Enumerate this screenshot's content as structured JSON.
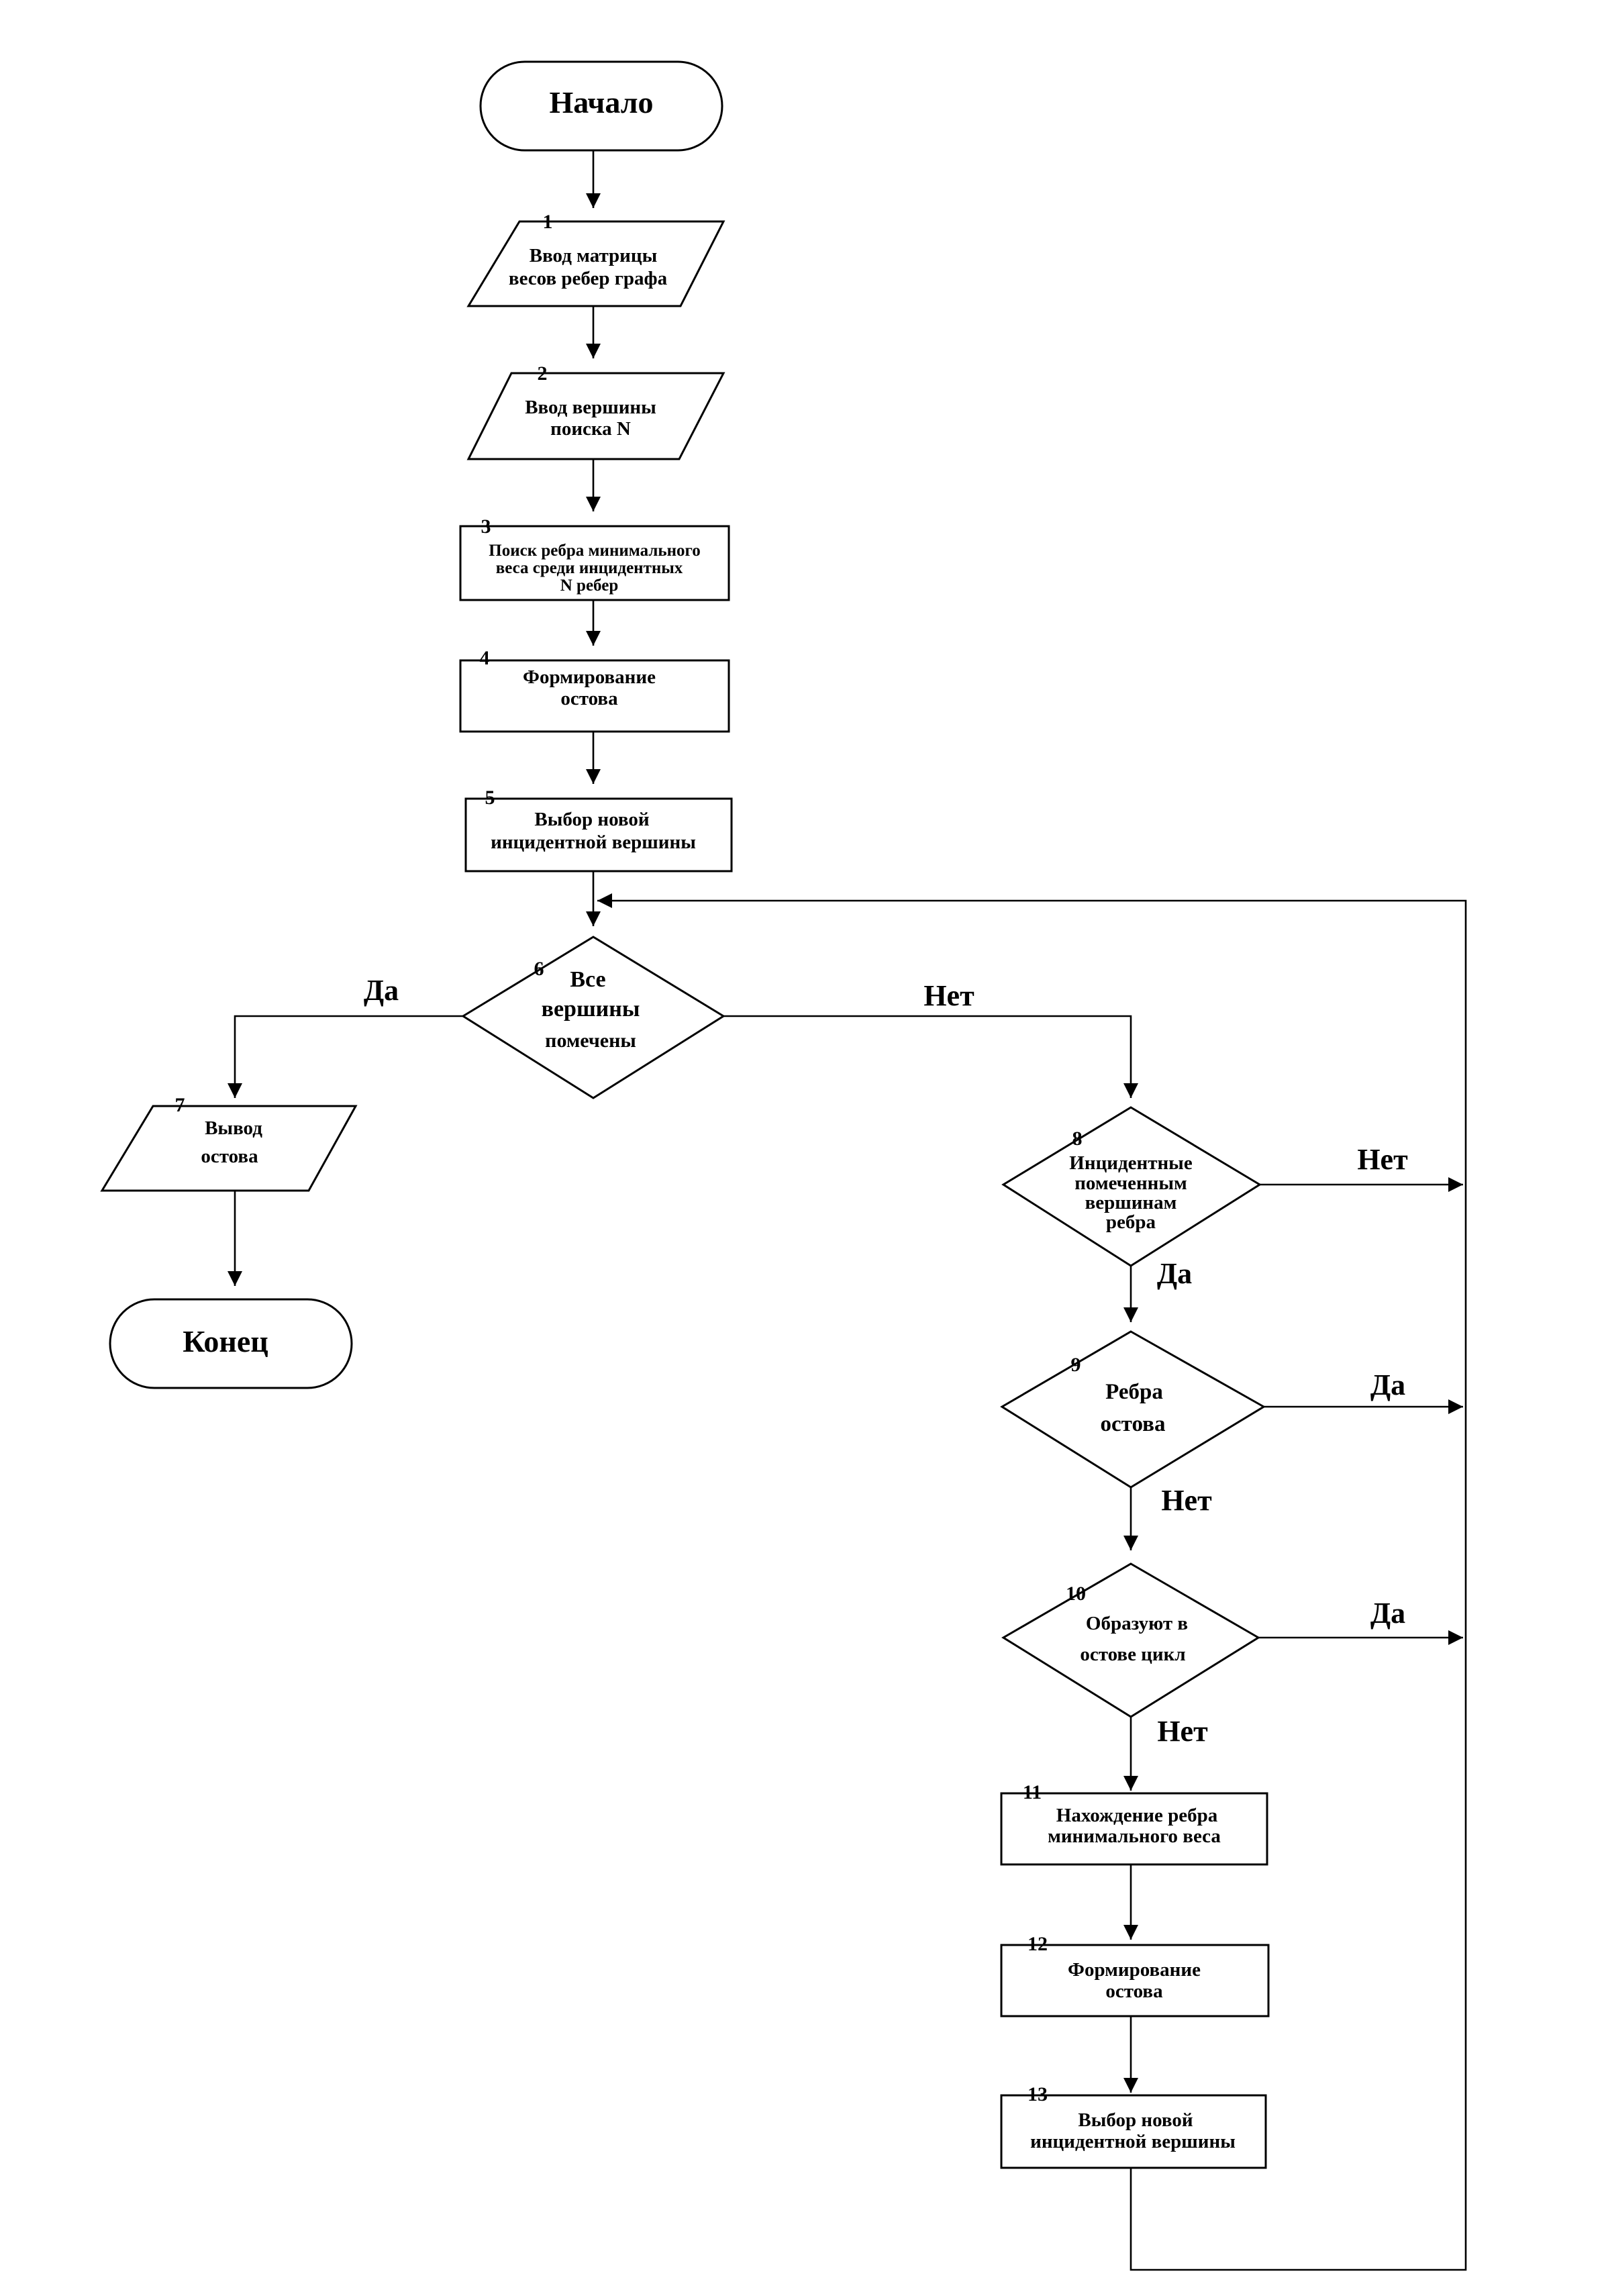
{
  "nodes": {
    "start": {
      "text": "Начало"
    },
    "n1": {
      "num": "1",
      "lines": [
        "Ввод матрицы",
        "весов ребер графа"
      ]
    },
    "n2": {
      "num": "2",
      "lines": [
        "Ввод вершины",
        "поиска N"
      ]
    },
    "n3": {
      "num": "3",
      "lines": [
        "Поиск ребра минимального",
        "веса среди инцидентных",
        "N ребер"
      ]
    },
    "n4": {
      "num": "4",
      "lines": [
        "Формирование",
        "остова"
      ]
    },
    "n5": {
      "num": "5",
      "lines": [
        "Выбор новой",
        "инцидентной вершины"
      ]
    },
    "n6": {
      "num": "6",
      "lines": [
        "Все",
        "вершины",
        "помечены"
      ]
    },
    "n7": {
      "num": "7",
      "lines": [
        "Вывод",
        "остова"
      ]
    },
    "end": {
      "text": "Конец"
    },
    "n8": {
      "num": "8",
      "lines": [
        "Инцидентные",
        "помеченным",
        "вершинам",
        "ребра"
      ]
    },
    "n9": {
      "num": "9",
      "lines": [
        "Ребра",
        "остова"
      ]
    },
    "n10": {
      "num": "10",
      "lines": [
        "Образуют в",
        "остове цикл"
      ]
    },
    "n11": {
      "num": "11",
      "lines": [
        "Нахождение ребра",
        "минимального веса"
      ]
    },
    "n12": {
      "num": "12",
      "lines": [
        "Формирование",
        "остова"
      ]
    },
    "n13": {
      "num": "13",
      "lines": [
        "Выбор новой",
        "инцидентной вершины"
      ]
    }
  },
  "edge_labels": {
    "n6_yes": "Да",
    "n6_no": "Нет",
    "n8_no": "Нет",
    "n8_yes": "Да",
    "n9_yes": "Да",
    "n9_no": "Нет",
    "n10_yes": "Да",
    "n10_no": "Нет"
  }
}
